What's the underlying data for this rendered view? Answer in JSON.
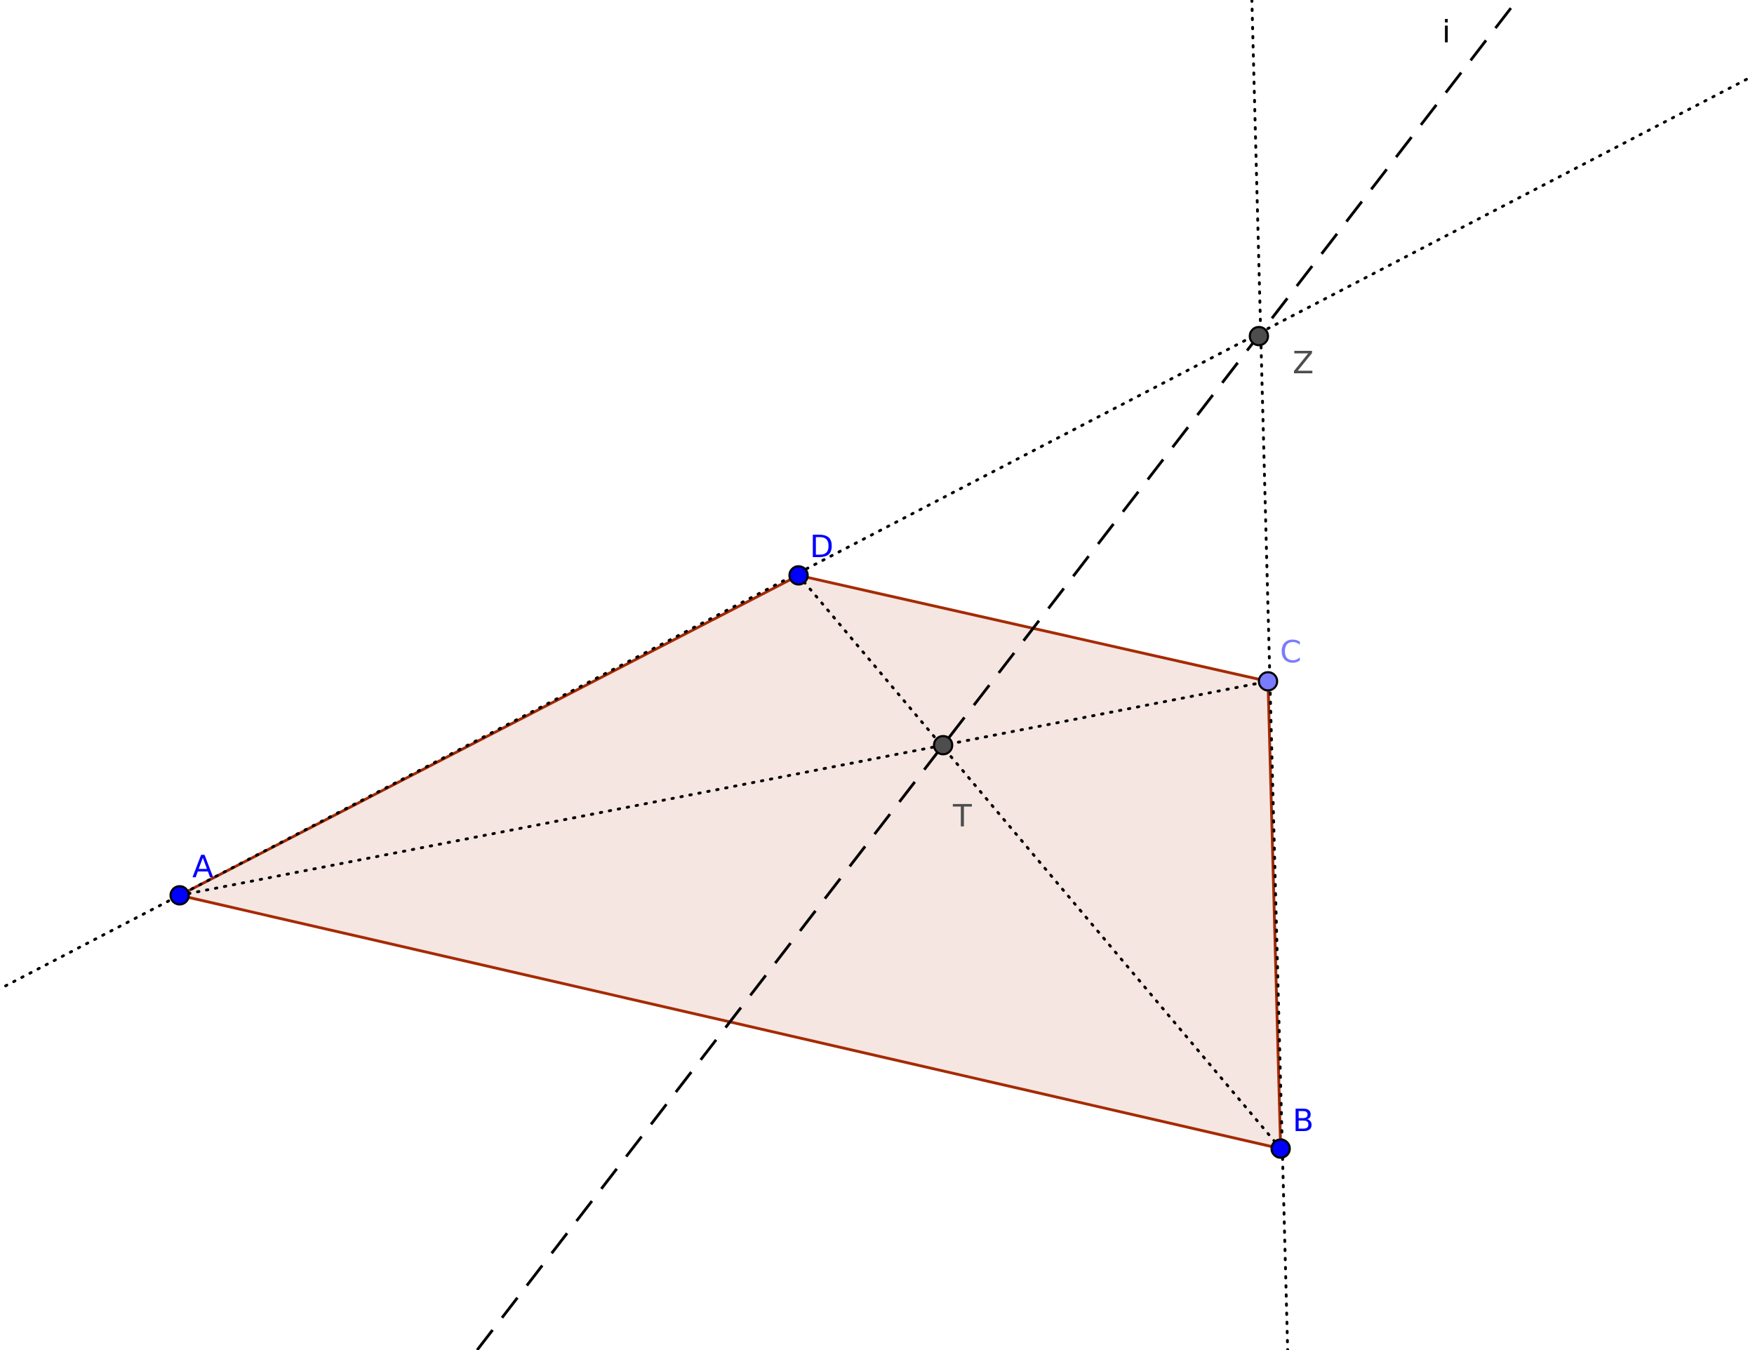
{
  "diagram": {
    "points": {
      "A": {
        "label": "A",
        "color": "#0000ff",
        "role": "vertex"
      },
      "B": {
        "label": "B",
        "color": "#0000ff",
        "role": "vertex"
      },
      "C": {
        "label": "C",
        "color": "#7b7bff",
        "role": "vertex"
      },
      "D": {
        "label": "D",
        "color": "#0000ff",
        "role": "vertex"
      },
      "T": {
        "label": "T",
        "color": "#4d4d4d",
        "role": "diagonal intersection"
      },
      "Z": {
        "label": "Z",
        "color": "#4d4d4d",
        "role": "intersection of lines AD and BC"
      }
    },
    "line_label": "i",
    "colors": {
      "polygon_fill": "#f5e6e2",
      "polygon_stroke": "#a52a00",
      "aux_line": "#000000",
      "background": "#ffffff"
    }
  }
}
